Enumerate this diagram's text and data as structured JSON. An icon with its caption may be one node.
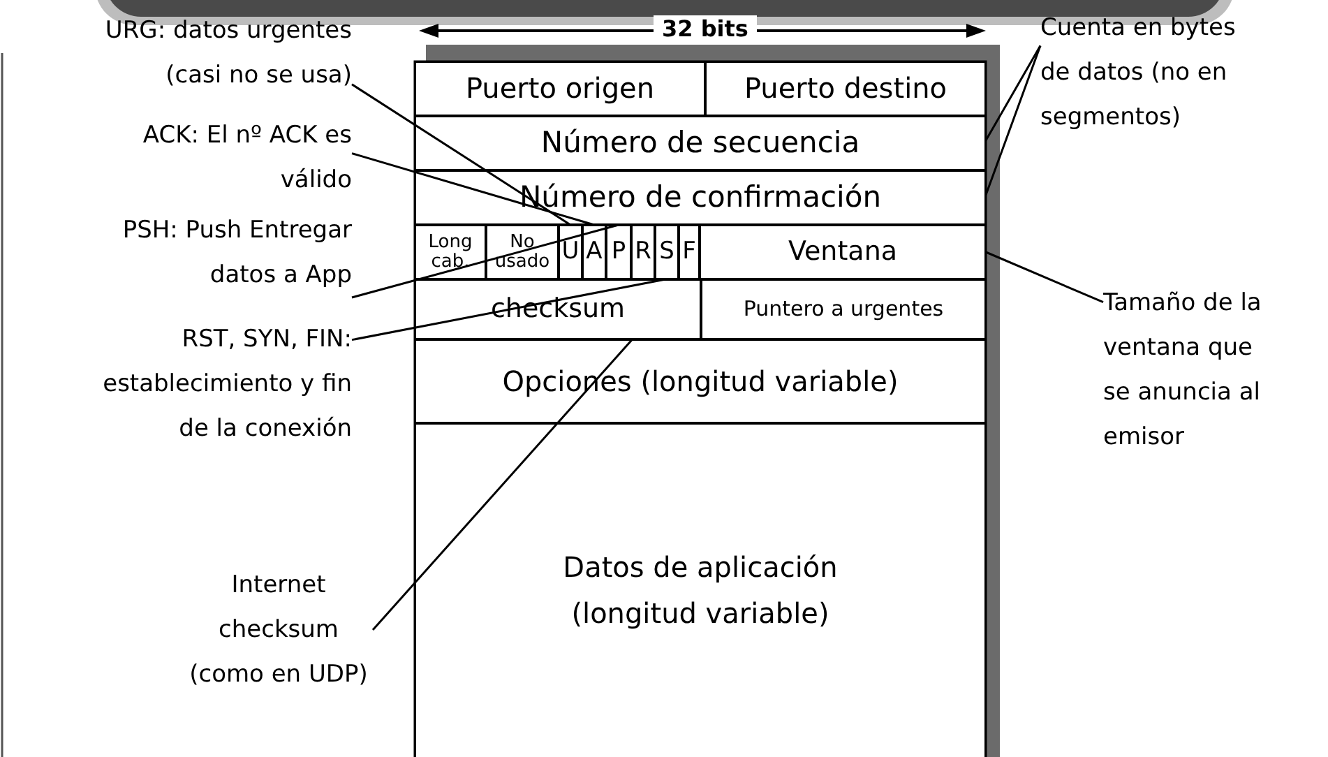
{
  "diagram": {
    "nodes": [
      {
        "text": [
          "Puerto origen"
        ]
      },
      {
        "text": [
          "Puerto destino"
        ]
      },
      {
        "text": [
          "Número de secuencia"
        ]
      },
      {
        "text": [
          "Número de confirmación"
        ]
      },
      {
        "text": [
          "Long cab."
        ]
      },
      {
        "text": [
          "No usado"
        ]
      },
      {
        "text": [
          "U"
        ]
      },
      {
        "text": [
          "A"
        ]
      },
      {
        "text": [
          "P"
        ]
      },
      {
        "text": [
          "R"
        ]
      },
      {
        "text": [
          "S"
        ]
      },
      {
        "text": [
          "F"
        ]
      },
      {
        "text": [
          "Ventana"
        ]
      },
      {
        "text": [
          "checksum"
        ]
      },
      {
        "text": [
          "Puntero a urgentes"
        ]
      },
      {
        "text": [
          "Opciones (longitud variable)"
        ]
      },
      {
        "text": [
          "Datos de aplicación (longitud variable)"
        ]
      },
      {
        "text": [
          "URG: datos urgentes (casi no se usa)"
        ]
      },
      {
        "text": [
          "ACK: El nº ACK es válido"
        ]
      },
      {
        "text": [
          "PSH: Push Entregar datos a App"
        ]
      },
      {
        "text": [
          "RST, SYN, FIN: establecimiento y fin de la conexión"
        ]
      },
      {
        "text": [
          "Internet checksum (como en UDP)"
        ]
      },
      {
        "text": [
          "Cuenta en bytes de datos (no en segmentos)"
        ]
      },
      {
        "text": [
          "Tamaño de la ventana que se anuncia al emisor"
        ]
      }
    ],
    "edges": [
      {
        "from": 17,
        "to": 6,
        "arrow": "none"
      },
      {
        "from": 18,
        "to": 7,
        "arrow": "none"
      },
      {
        "from": 19,
        "to": 8,
        "arrow": "none"
      },
      {
        "from": 20,
        "to": 9,
        "arrow": "none"
      },
      {
        "from": 20,
        "to": 10,
        "arrow": "none"
      },
      {
        "from": 20,
        "to": 11,
        "arrow": "none"
      },
      {
        "from": 21,
        "to": 13,
        "arrow": "none"
      },
      {
        "from": 22,
        "to": 2,
        "arrow": "none"
      },
      {
        "from": 22,
        "to": 3,
        "arrow": "none"
      },
      {
        "from": 23,
        "to": 12,
        "arrow": "none"
      }
    ],
    "labels": [
      "32 bits"
    ]
  }
}
